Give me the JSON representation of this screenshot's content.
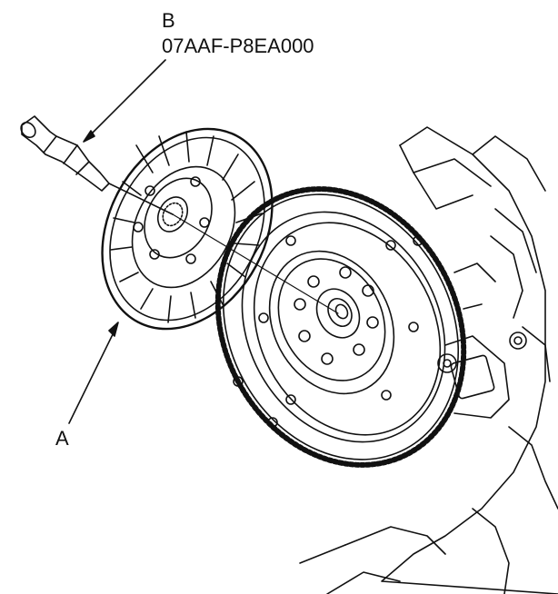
{
  "callouts": {
    "a": {
      "letter": "A"
    },
    "b": {
      "letter": "B",
      "part_number": "07AAF-P8EA000"
    }
  },
  "colors": {
    "ink": "#111111",
    "paper": "#ffffff"
  },
  "icons": [
    "alignment-tool-icon",
    "clutch-disc-icon",
    "flywheel-icon"
  ]
}
